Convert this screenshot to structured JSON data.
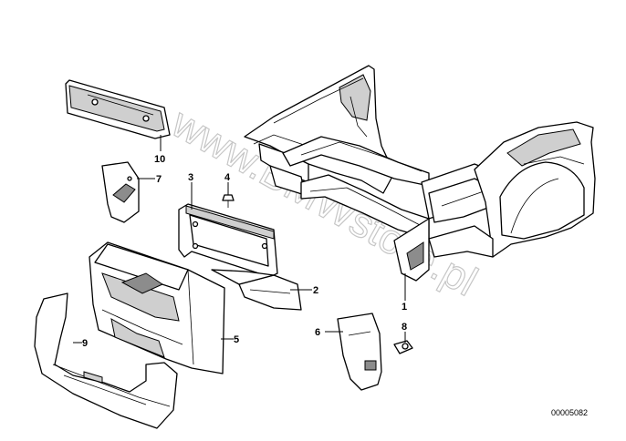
{
  "callouts": [
    {
      "id": "1",
      "label": "1"
    },
    {
      "id": "2",
      "label": "2"
    },
    {
      "id": "3",
      "label": "3"
    },
    {
      "id": "4",
      "label": "4"
    },
    {
      "id": "5",
      "label": "5"
    },
    {
      "id": "6",
      "label": "6"
    },
    {
      "id": "7",
      "label": "7"
    },
    {
      "id": "8",
      "label": "8"
    },
    {
      "id": "9",
      "label": "9"
    },
    {
      "id": "10",
      "label": "10"
    }
  ],
  "diagram_number": "00005082",
  "watermark": "www.BMWstore.pl",
  "colors": {
    "line": "#000000",
    "background": "#ffffff",
    "watermark": "#b9b9b9"
  }
}
